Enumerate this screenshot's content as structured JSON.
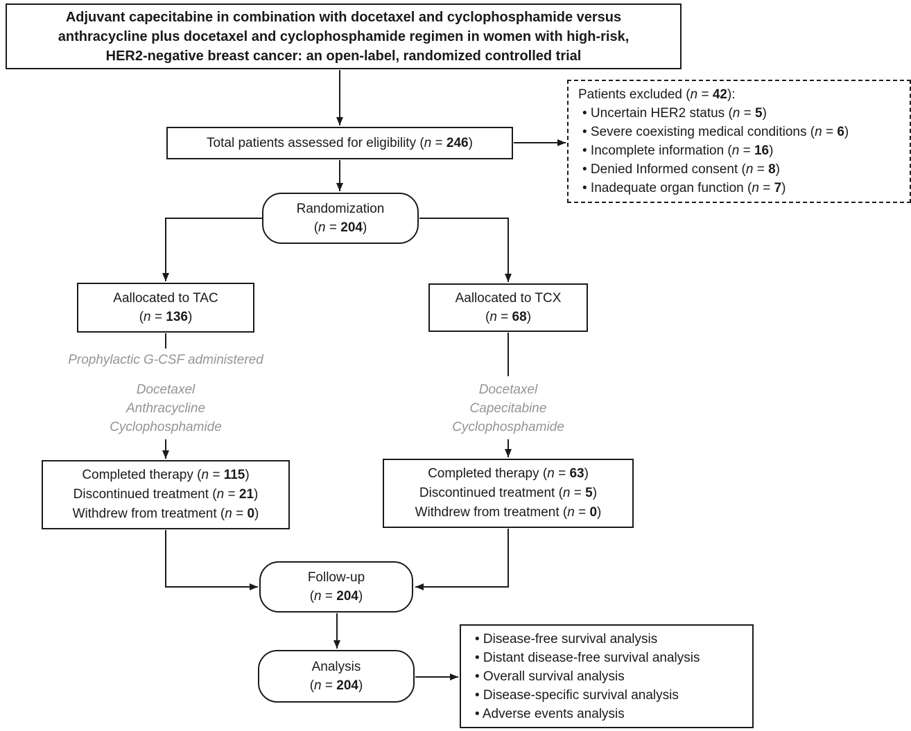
{
  "title_lines": [
    "Adjuvant capecitabine in combination with docetaxel and cyclophosphamide versus",
    "anthracycline plus docetaxel and cyclophosphamide regimen in women with high-risk,",
    "HER2-negative breast cancer: an open-label, randomized controlled trial"
  ],
  "eligibility": {
    "text": "Total patients assessed for eligibility (*n* = **246**)"
  },
  "excluded": {
    "heading": "Patients excluded (*n* = **42**):",
    "items": [
      "•  Uncertain HER2 status (*n* = **5**)",
      "•  Severe coexisting medical conditions (*n* = **6**)",
      "•  Incomplete information (*n* = **16**)",
      "•  Denied Informed consent (*n* = **8**)",
      "•  Inadequate organ function (*n* = **7**)"
    ]
  },
  "randomization": {
    "line1": "Randomization",
    "line2": "(*n* = **204**)"
  },
  "tac": {
    "line1": "Aallocated to TAC",
    "line2": "(*n* = **136**)"
  },
  "tcx": {
    "line1": "Aallocated to TCX",
    "line2": "(*n* = **68**)"
  },
  "gcsf_note": "Prophylactic G-CSF administered",
  "tac_drugs": [
    "Docetaxel",
    "Anthracycline",
    "Cyclophosphamide"
  ],
  "tcx_drugs": [
    "Docetaxel",
    "Capecitabine",
    "Cyclophosphamide"
  ],
  "tac_outcome": [
    "Completed therapy (*n* = **115**)",
    "Discontinued treatment (*n* = **21**)",
    "Withdrew from treatment (*n* = **0**)"
  ],
  "tcx_outcome": [
    "Completed therapy (*n* = **63**)",
    "Discontinued treatment (*n* = **5**)",
    "Withdrew from treatment (*n* = **0**)"
  ],
  "followup": {
    "line1": "Follow-up",
    "line2": "(*n* = **204**)"
  },
  "analysis": {
    "line1": "Analysis",
    "line2": "(*n* = **204**)"
  },
  "analyses_items": [
    "• Disease-free survival analysis",
    "• Distant disease-free survival analysis",
    "• Overall survival analysis",
    "• Disease-specific survival analysis",
    "• Adverse events analysis"
  ],
  "colors": {
    "line": "#1a1a1a",
    "box_border": "#1a1a1a",
    "muted_text": "#949494",
    "background": "#ffffff"
  }
}
